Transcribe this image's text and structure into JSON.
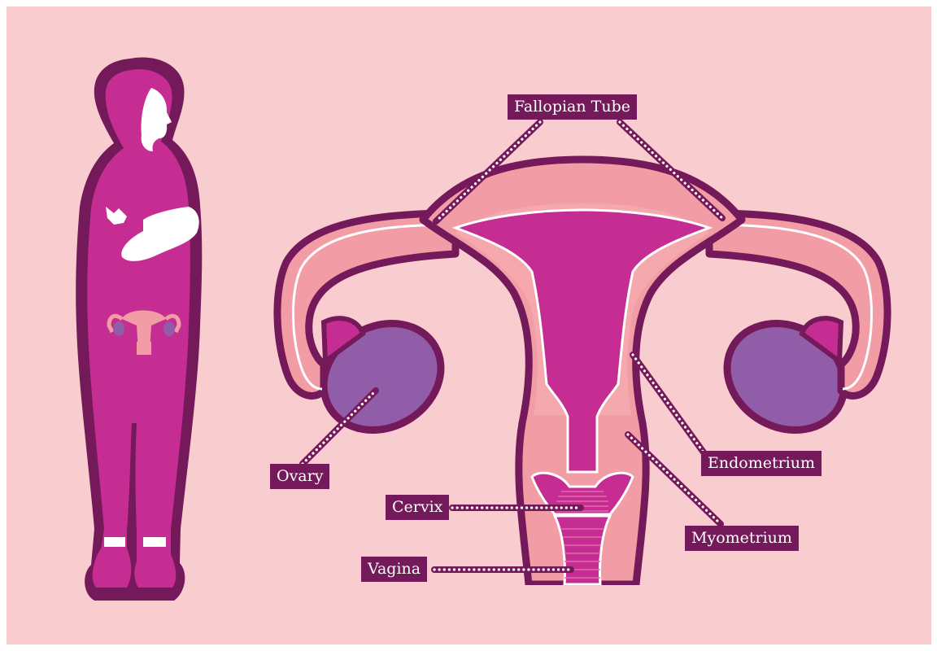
{
  "colors": {
    "background": "#f9cdcf",
    "outline": "#74195a",
    "magenta": "#c62d92",
    "pink": "#f29da5",
    "light_pink": "#f5a8ad",
    "purple": "#915ca8",
    "white": "#ffffff",
    "label_bg": "#74195a",
    "label_text": "#ffffff"
  },
  "labels": {
    "fallopian_tube": "Fallopian Tube",
    "ovary": "Ovary",
    "endometrium": "Endometrium",
    "cervix": "Cervix",
    "myometrium": "Myometrium",
    "vagina": "Vagina"
  }
}
